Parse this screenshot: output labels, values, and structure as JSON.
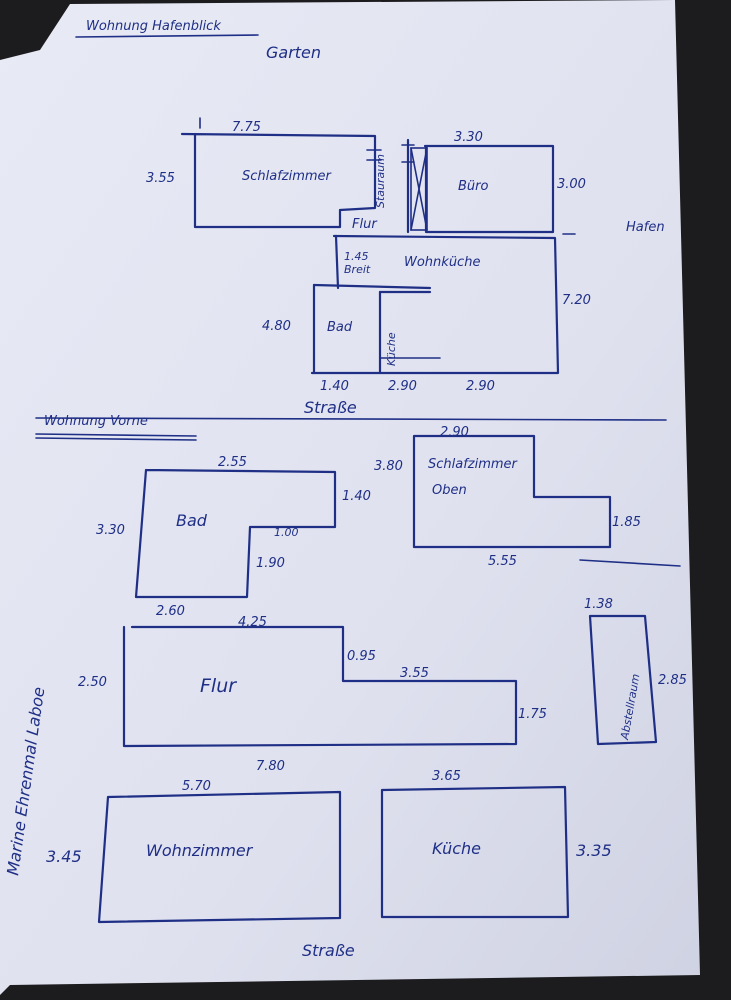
{
  "colors": {
    "ink": "#1f2f86",
    "paper": "#dfe1ef",
    "background": "#1c1c1f"
  },
  "top": {
    "title": "Wohnung Hafenblick",
    "garten": "Garten",
    "hafen": "Hafen",
    "strasse": "Straße",
    "rooms": {
      "schlafzimmer": "Schlafzimmer",
      "buero": "Büro",
      "wohnkueche": "Wohnküche",
      "bad": "Bad",
      "kueche": "Küche",
      "flur": "Flur",
      "stauraum": "Stauraum"
    },
    "dims": {
      "d775": "7.75",
      "d355": "3.55",
      "d330": "3.30",
      "d300": "3.00",
      "d145": "1.45",
      "breit": "Breit",
      "d720": "7.20",
      "d480": "4.80",
      "d140": "1.40",
      "d290a": "2.90",
      "d290b": "2.90"
    }
  },
  "bottom": {
    "title": "Wohnung Vorne",
    "side_label": "Marine Ehrenmal Laboe",
    "strasse": "Straße",
    "rooms": {
      "bad": "Bad",
      "schlafzimmer": "Schlafzimmer",
      "oben": "Oben",
      "flur": "Flur",
      "abstellraum": "Abstellraum",
      "wohnzimmer": "Wohnzimmer",
      "kueche": "Küche"
    },
    "dims": {
      "d255": "2.55",
      "d140": "1.40",
      "d330": "3.30",
      "d100": "1.00",
      "d190": "1.90",
      "d260": "2.60",
      "d290": "2.90",
      "d380": "3.80",
      "d185": "1.85",
      "d555": "5.55",
      "d425": "4.25",
      "d095": "0.95",
      "d355": "3.55",
      "d250": "2.50",
      "d175": "1.75",
      "d780": "7.80",
      "d138": "1.38",
      "d285": "2.85",
      "d570": "5.70",
      "d345": "3.45",
      "d365": "3.65",
      "d335": "3.35"
    }
  }
}
